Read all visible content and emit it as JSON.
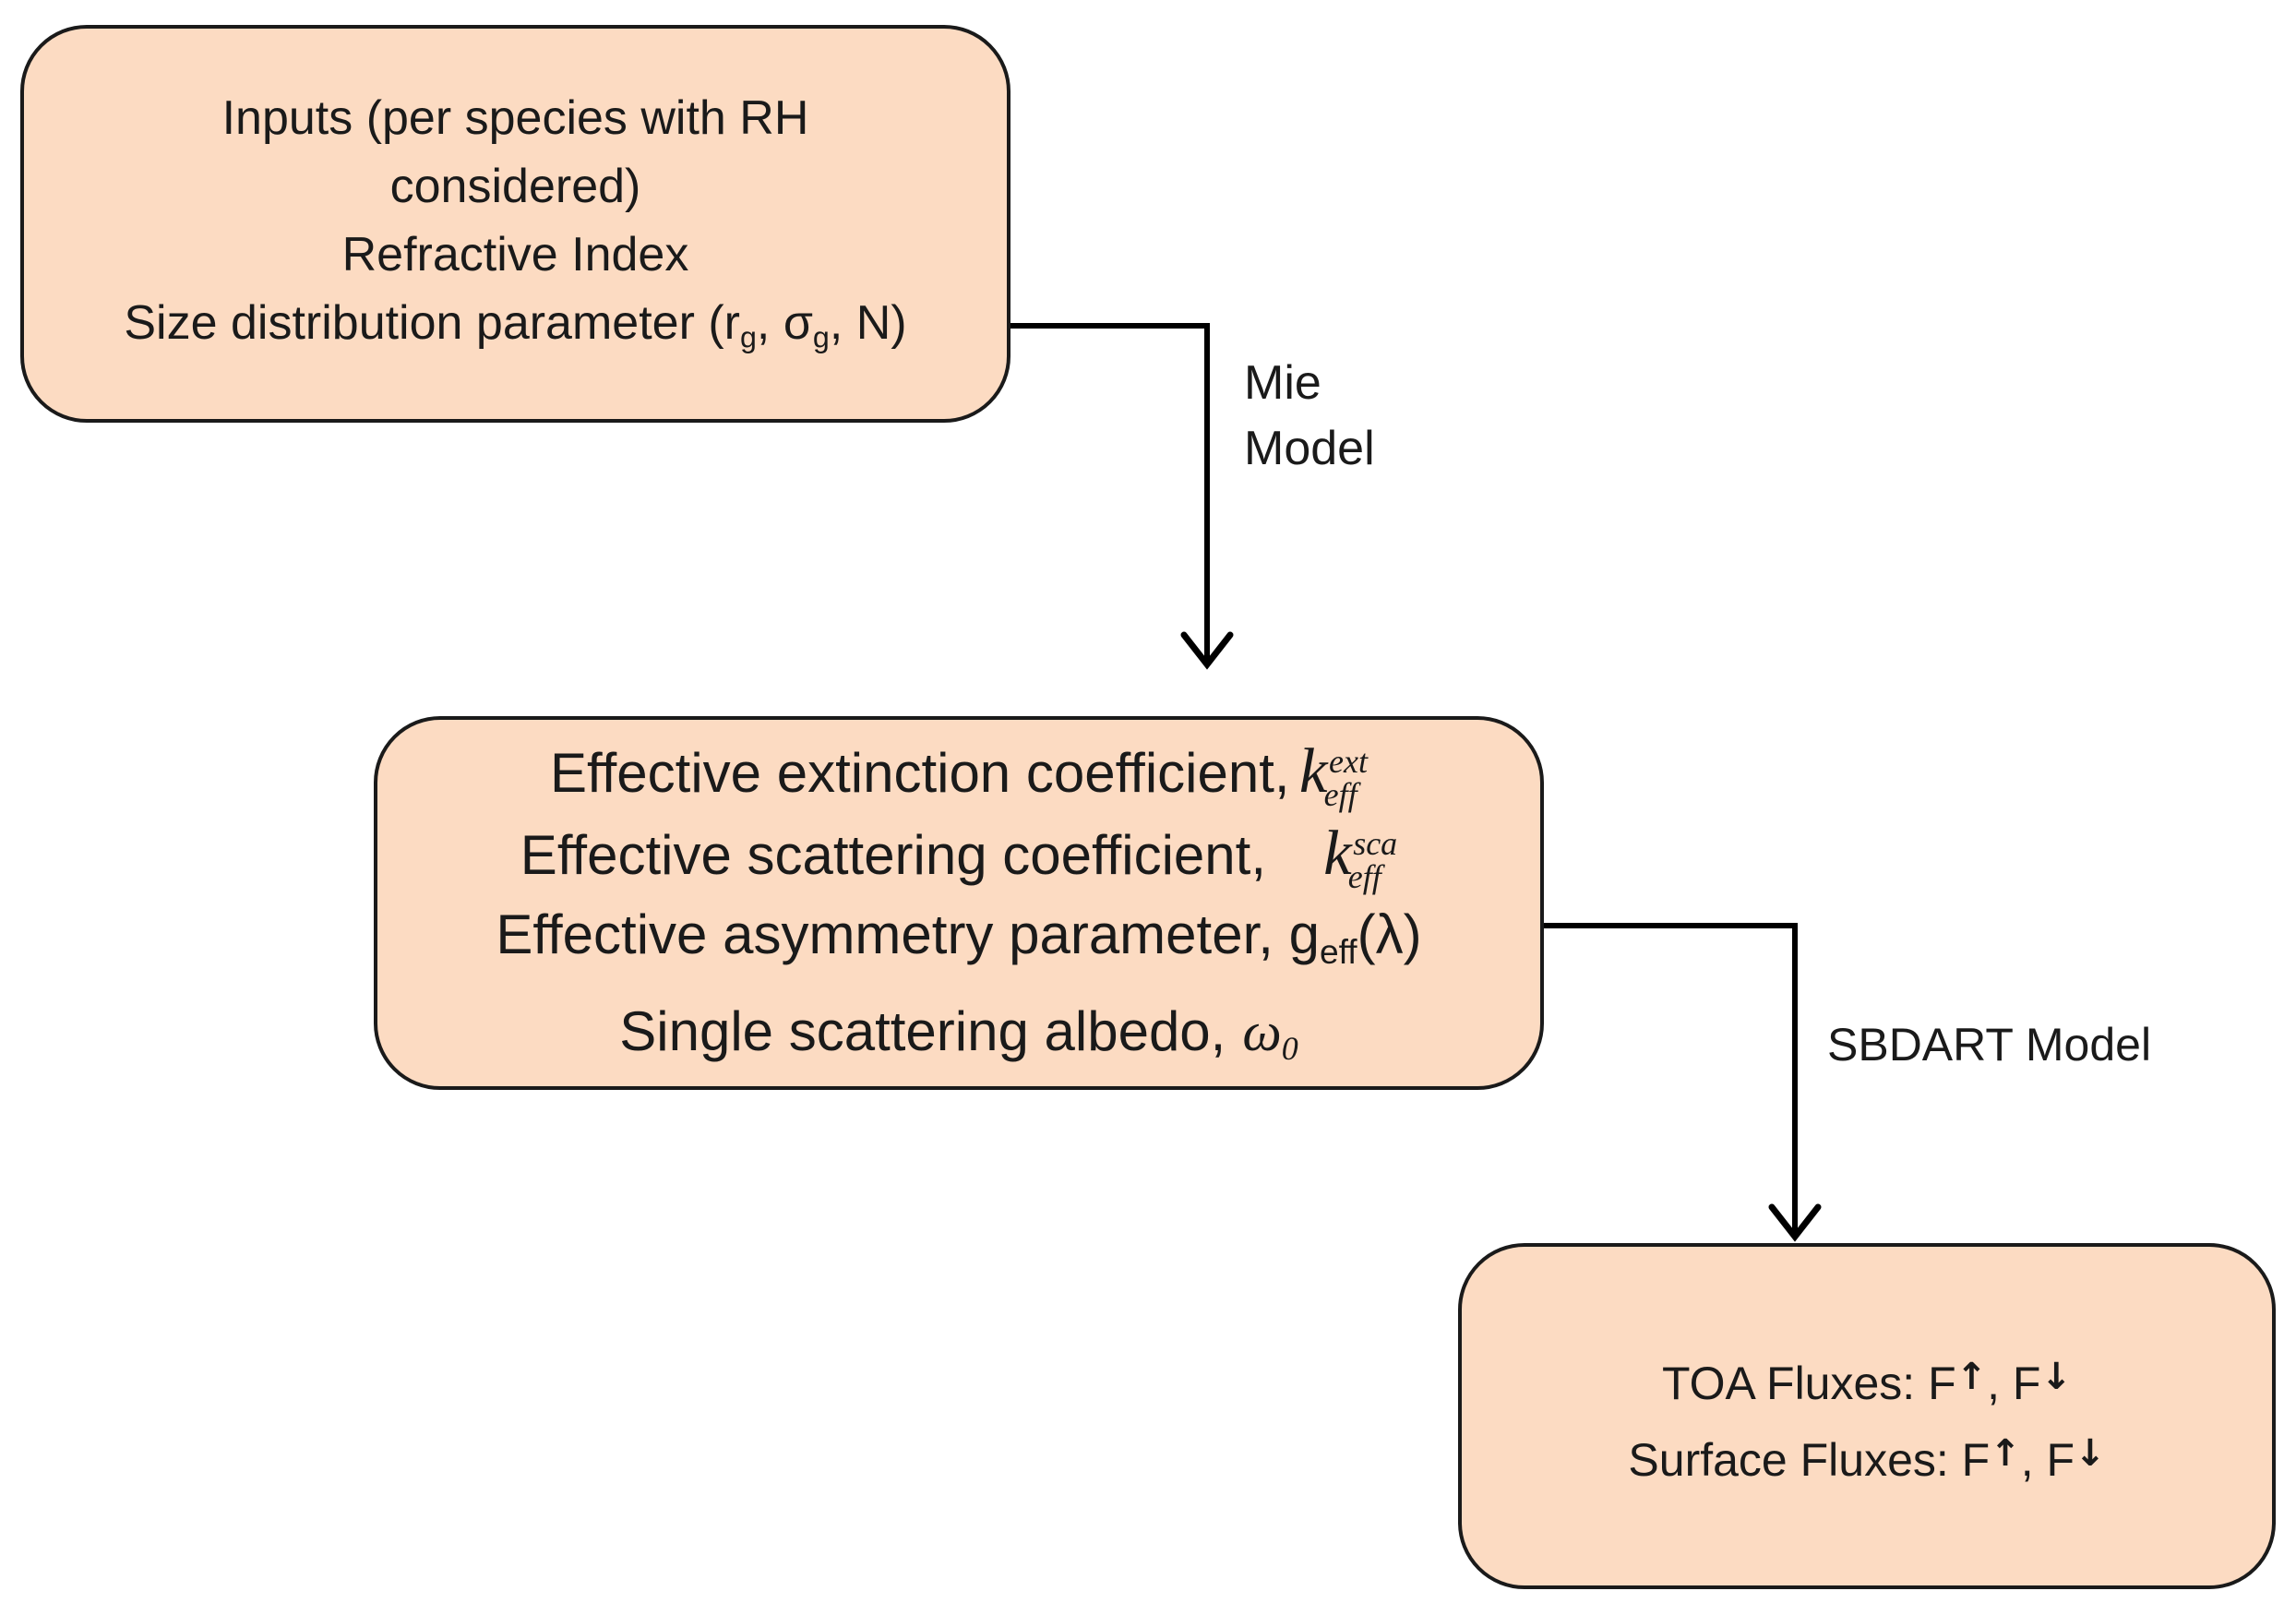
{
  "diagram": {
    "inputs_box": {
      "line1": "Inputs (per species with RH",
      "line2": "considered)",
      "line3": "Refractive Index",
      "line4": {
        "text_a": "Size distribution parameter (r",
        "sub_a": "g",
        "text_b": ", σ",
        "sub_b": "g",
        "text_c": ", N)"
      }
    },
    "properties_box": {
      "extinction": {
        "label": "Effective extinction coefficient,",
        "symbol": "k",
        "sup": "ext",
        "sub": "eff"
      },
      "scattering": {
        "label": "Effective scattering coefficient,",
        "symbol": "k",
        "sup": "sca",
        "sub": "eff"
      },
      "asymmetry": {
        "label": "Effective asymmetry parameter, g",
        "sub": "eff",
        "tail": "(λ)"
      },
      "albedo": {
        "label": "Single scattering albedo,",
        "symbol": "ω",
        "sub": "0"
      }
    },
    "fluxes_box": {
      "toa": {
        "label": "TOA Fluxes: F",
        "up": "↑",
        "mid": ", F",
        "down": "↓"
      },
      "surface": {
        "label": "Surface Fluxes: F",
        "up": "↑",
        "mid": ", F",
        "down": "↓"
      }
    },
    "mie_edge": {
      "line1": "Mie",
      "line2": "Model"
    },
    "sbdart_edge": {
      "label": "SBDART Model"
    }
  },
  "colors": {
    "box_fill": "#FCDBC2",
    "box_border": "#1A1A1A",
    "arrow": "#000000",
    "text": "#1A1A1A",
    "background": "#FFFFFF"
  }
}
